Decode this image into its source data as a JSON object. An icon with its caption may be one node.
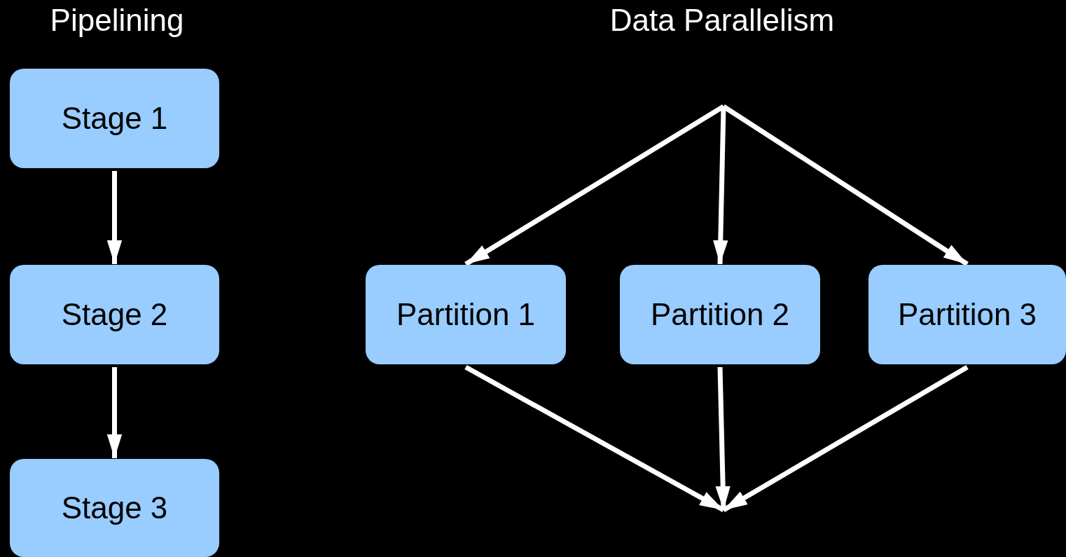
{
  "diagram": {
    "nodes": [
      {
        "text": [
          "Stage 1"
        ]
      },
      {
        "text": [
          "Stage 2"
        ]
      },
      {
        "text": [
          "Stage 3"
        ]
      },
      {
        "text": [
          "Partition 1"
        ]
      },
      {
        "text": [
          "Partition 2"
        ]
      },
      {
        "text": [
          "Partition 3"
        ]
      }
    ],
    "edges": [
      {
        "from": 0,
        "to": 1,
        "arrow": "to"
      },
      {
        "from": 1,
        "to": 2,
        "arrow": "to"
      },
      {
        "from": null,
        "to": 3,
        "arrow": "to"
      },
      {
        "from": null,
        "to": 4,
        "arrow": "to"
      },
      {
        "from": null,
        "to": 5,
        "arrow": "to"
      },
      {
        "from": 3,
        "to": null,
        "arrow": "to"
      },
      {
        "from": 4,
        "to": null,
        "arrow": "to"
      },
      {
        "from": 5,
        "to": null,
        "arrow": "to"
      }
    ],
    "labels": [
      "Pipelining",
      "Data Parallelism"
    ]
  }
}
